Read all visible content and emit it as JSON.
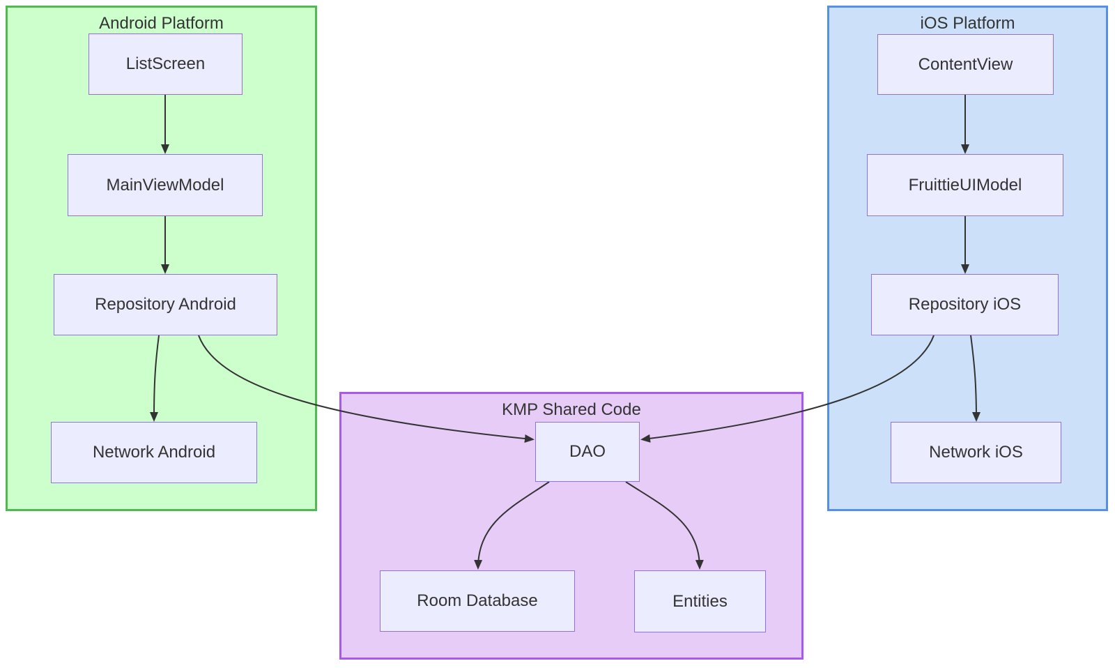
{
  "diagram": {
    "type": "flowchart",
    "direction": "top-down",
    "background": "#ffffff",
    "node_style": {
      "fill": "#ececff",
      "stroke": "#9370db",
      "text_color": "#333333"
    },
    "edge_color": "#333333",
    "subgraphs": {
      "android": {
        "label": "Android Platform",
        "fill": "#ccffcc",
        "stroke": "#52b852",
        "nodes": [
          "ListScreen",
          "MainViewModel",
          "Repository Android",
          "Network Android"
        ]
      },
      "ios": {
        "label": "iOS Platform",
        "fill": "#cce0fa",
        "stroke": "#568fe8",
        "nodes": [
          "ContentView",
          "FruittieUIModel",
          "Repository iOS",
          "Network iOS"
        ]
      },
      "kmp": {
        "label": "KMP Shared Code",
        "fill": "#e7ccf8",
        "stroke": "#a958ec",
        "nodes": [
          "DAO",
          "Room Database",
          "Entities"
        ]
      }
    },
    "nodes": {
      "listscreen": {
        "label": "ListScreen"
      },
      "mainviewmodel": {
        "label": "MainViewModel"
      },
      "repository_android": {
        "label": "Repository Android"
      },
      "network_android": {
        "label": "Network Android"
      },
      "contentview": {
        "label": "ContentView"
      },
      "fruittieuimodel": {
        "label": "FruittieUIModel"
      },
      "repository_ios": {
        "label": "Repository iOS"
      },
      "network_ios": {
        "label": "Network iOS"
      },
      "dao": {
        "label": "DAO"
      },
      "room_database": {
        "label": "Room Database"
      },
      "entities": {
        "label": "Entities"
      }
    },
    "edges": [
      {
        "from": "ListScreen",
        "to": "MainViewModel"
      },
      {
        "from": "MainViewModel",
        "to": "Repository Android"
      },
      {
        "from": "Repository Android",
        "to": "Network Android"
      },
      {
        "from": "Repository Android",
        "to": "DAO"
      },
      {
        "from": "ContentView",
        "to": "FruittieUIModel"
      },
      {
        "from": "FruittieUIModel",
        "to": "Repository iOS"
      },
      {
        "from": "Repository iOS",
        "to": "Network iOS"
      },
      {
        "from": "Repository iOS",
        "to": "DAO"
      },
      {
        "from": "DAO",
        "to": "Room Database"
      },
      {
        "from": "DAO",
        "to": "Entities"
      }
    ]
  }
}
